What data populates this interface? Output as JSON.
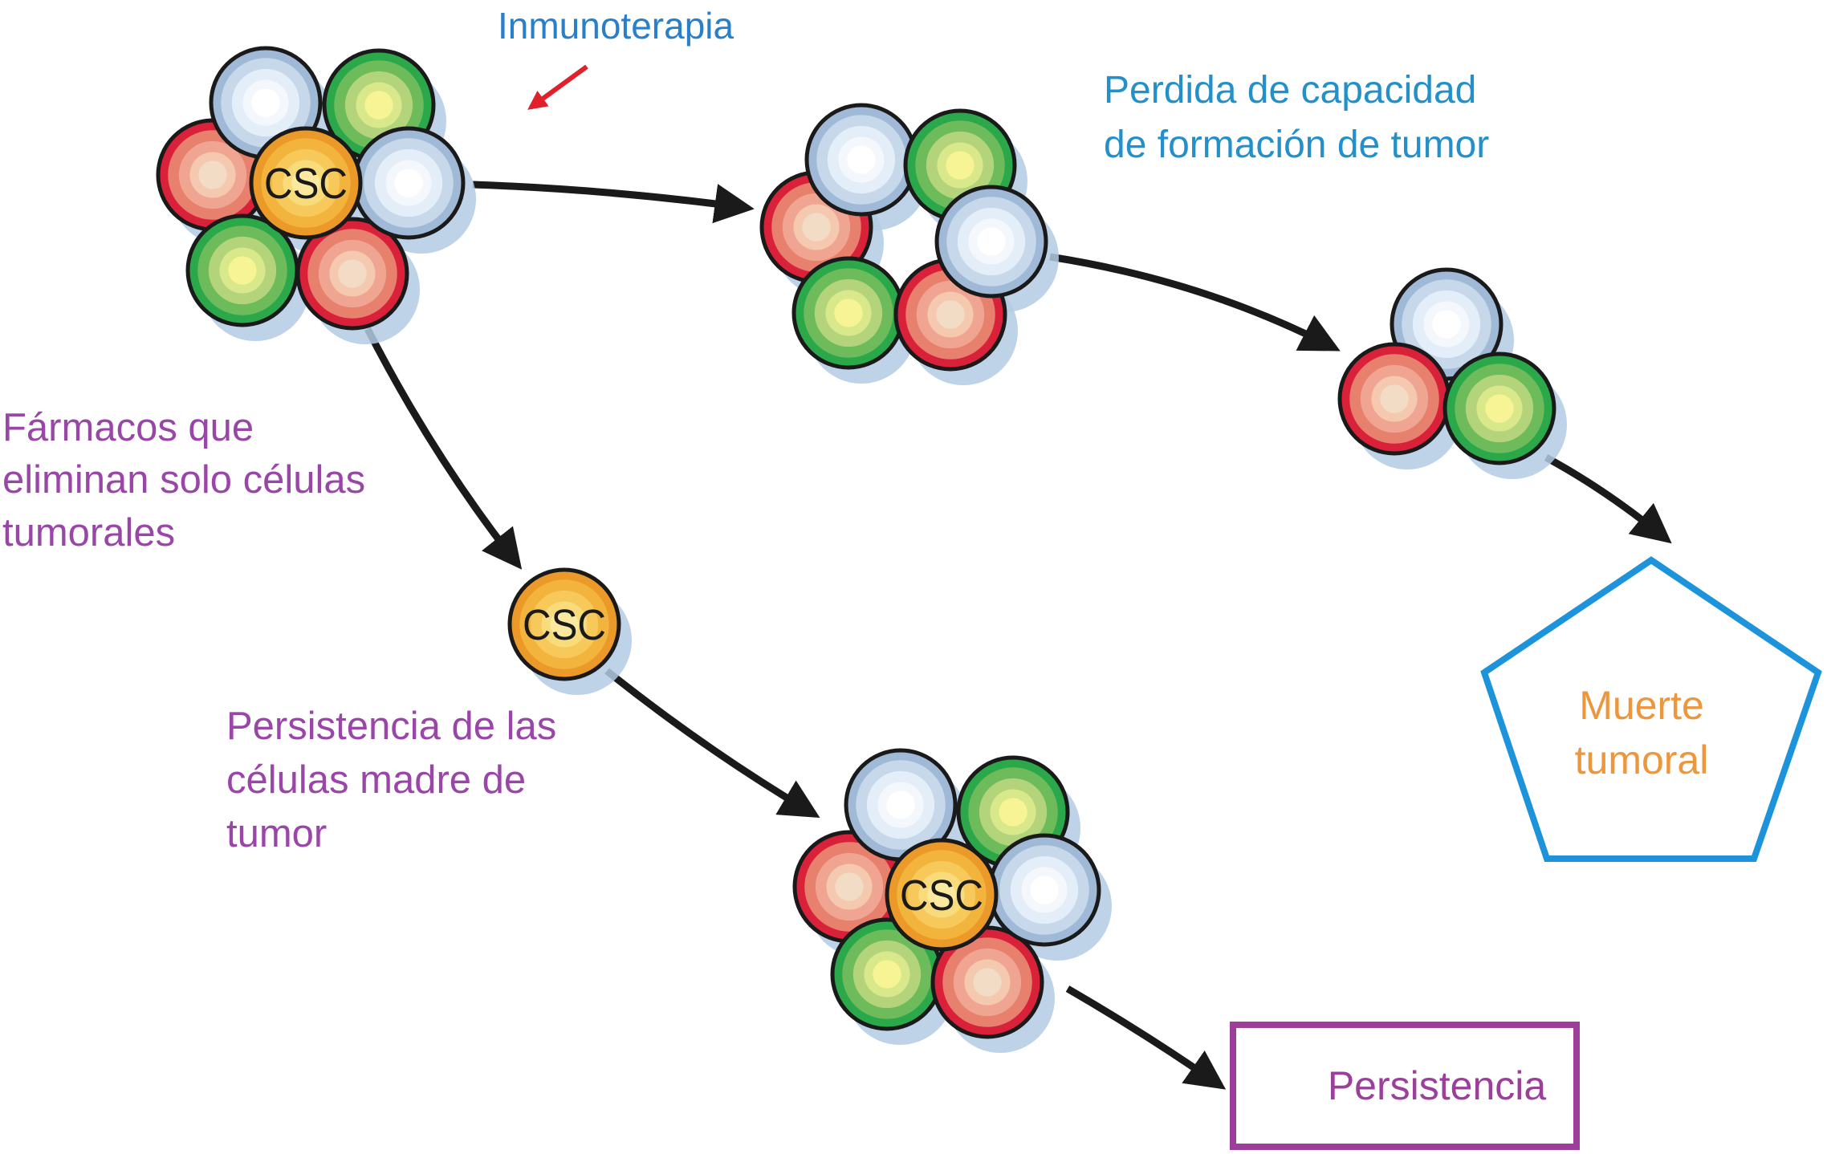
{
  "title": "Células madre tumorales y terapias",
  "colors": {
    "blue_text": "#2a7fc9",
    "cyan_text": "#2390c9",
    "purple_text": "#9a45a8",
    "orange_text": "#ee963c",
    "pentagon_stroke": "#1c93db",
    "box_stroke": "#9b3f9b",
    "arrow": "#1a1a1a",
    "red_arrow": "#e0202a"
  },
  "labels": {
    "immunotherapy": "Inmunoterapia",
    "loss_capacity": [
      "Perdida de capacidad",
      "de formación de tumor"
    ],
    "drugs": [
      "Fármacos que",
      "eliminan solo células",
      "tumorales"
    ],
    "persistence_stem": [
      "Persistencia de las",
      "células madre de",
      "tumor"
    ],
    "tumor_death": [
      "Muerte",
      "tumoral"
    ],
    "persistence": "Persistencia",
    "csc": "CSC"
  },
  "clusters": [
    {
      "name": "initial-tumor-cluster",
      "cells": [
        "white",
        "green",
        "red",
        "csc",
        "white",
        "green",
        "red"
      ]
    },
    {
      "name": "immunotherapy-cluster",
      "cells": [
        "white",
        "green",
        "red",
        "white",
        "green",
        "red"
      ]
    },
    {
      "name": "reduced-cluster",
      "cells": [
        "white",
        "red",
        "green"
      ]
    },
    {
      "name": "isolated-csc",
      "cells": [
        "csc"
      ]
    },
    {
      "name": "regrown-cluster",
      "cells": [
        "white",
        "green",
        "red",
        "csc",
        "white",
        "green",
        "red"
      ]
    }
  ]
}
